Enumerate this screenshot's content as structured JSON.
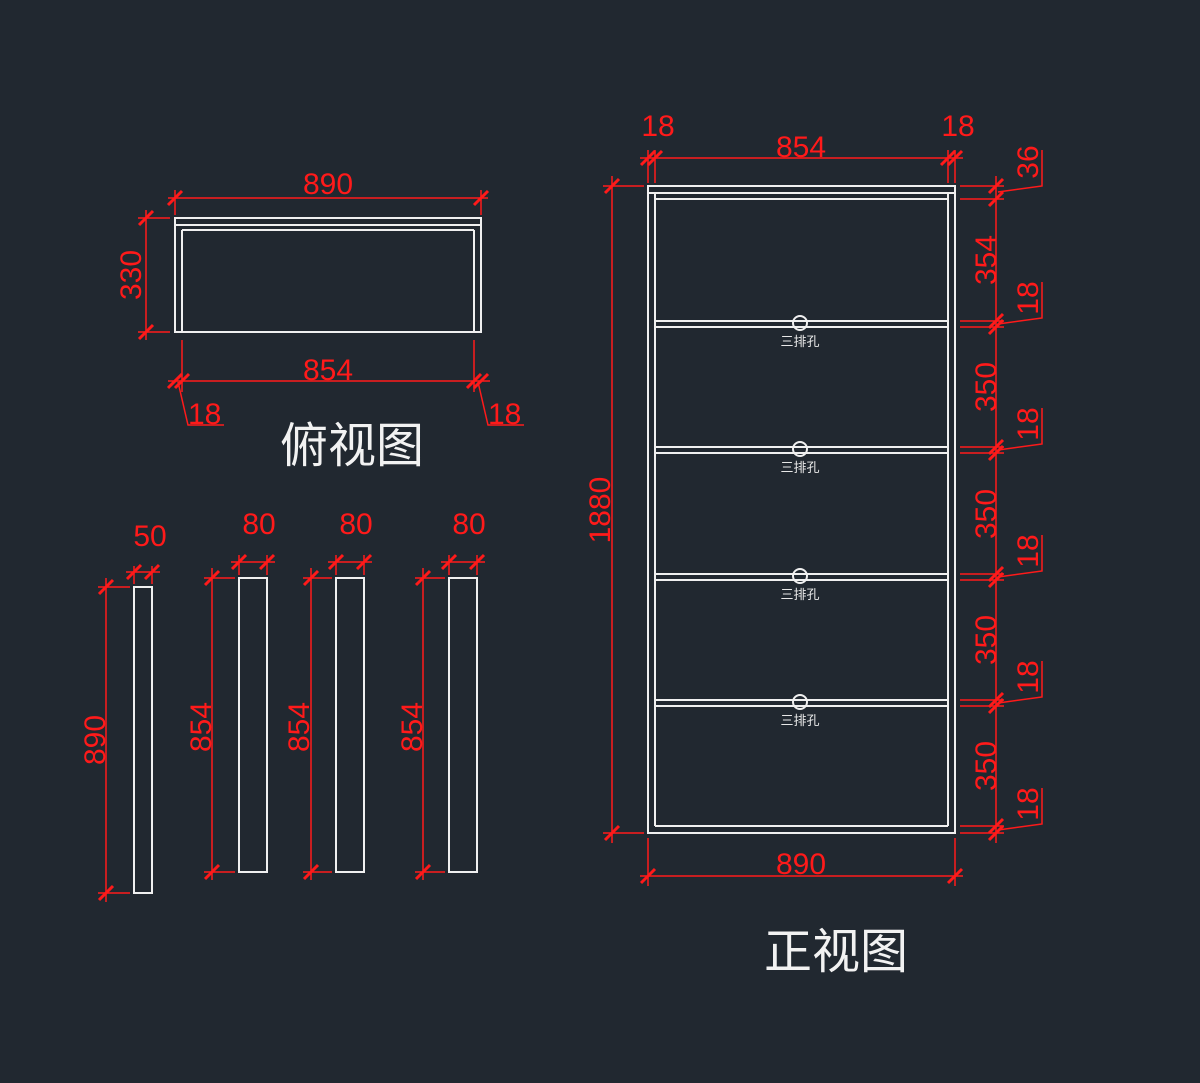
{
  "top_view": {
    "title": "俯视图",
    "width_overall": "890",
    "depth": "330",
    "width_inner": "854",
    "side_left": "18",
    "side_right": "18"
  },
  "parts": [
    {
      "width": "50",
      "length": "890"
    },
    {
      "width": "80",
      "length": "854"
    },
    {
      "width": "80",
      "length": "854"
    },
    {
      "width": "80",
      "length": "854"
    }
  ],
  "front_view": {
    "title": "正视图",
    "side_left": "18",
    "inner_width": "854",
    "side_right": "18",
    "overall_width": "890",
    "overall_height": "1880",
    "top_board": "36",
    "bays": [
      "354",
      "350",
      "350",
      "350",
      "350"
    ],
    "shelf_thickness": [
      "18",
      "18",
      "18",
      "18",
      "18"
    ],
    "hole_note": "三排孔"
  },
  "colors": {
    "background": "#212830",
    "line": "#f0f0f0",
    "dimension": "#ff1a1a"
  }
}
